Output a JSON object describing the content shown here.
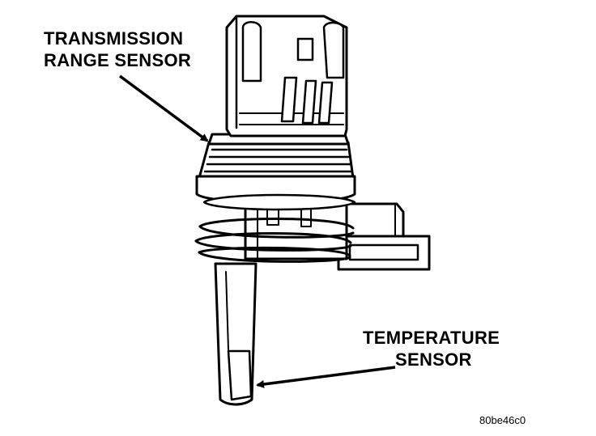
{
  "labels": {
    "trs_line1": "TRANSMISSION",
    "trs_line2": "RANGE SENSOR",
    "temp_line1": "TEMPERATURE",
    "temp_line2": "SENSOR"
  },
  "figure_code": "80be46c0",
  "colors": {
    "ink": "#000000",
    "paper": "#ffffff"
  }
}
